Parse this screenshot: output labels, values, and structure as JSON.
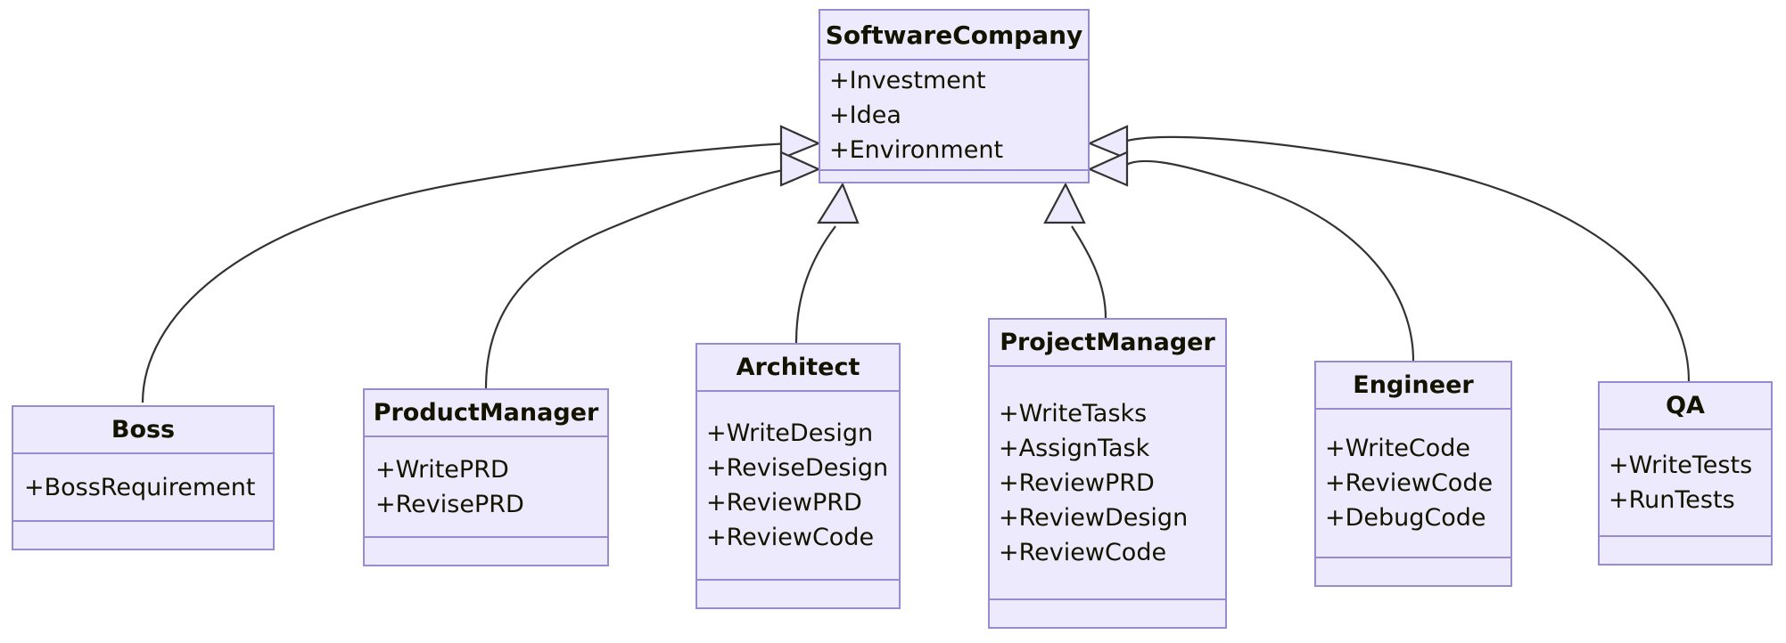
{
  "diagram": {
    "type": "uml-class-diagram",
    "title": "SoftwareCompany class hierarchy",
    "background_color": "#ffffff",
    "node_fill": "#eceafc",
    "node_border": "#9a8bd0",
    "edge_color": "#333333",
    "text_color": "#131300",
    "relationship": "generalization"
  },
  "classes": [
    {
      "id": "softwarecompany",
      "name": "SoftwareCompany",
      "members": [
        "+Investment",
        "+Idea",
        "+Environment"
      ],
      "methods": []
    },
    {
      "id": "boss",
      "name": "Boss",
      "members": [
        "+BossRequirement"
      ],
      "methods": []
    },
    {
      "id": "productmanager",
      "name": "ProductManager",
      "members": [
        "+WritePRD",
        "+RevisePRD"
      ],
      "methods": []
    },
    {
      "id": "architect",
      "name": "Architect",
      "members": [
        "+WriteDesign",
        "+ReviseDesign",
        "+ReviewPRD",
        "+ReviewCode"
      ],
      "methods": []
    },
    {
      "id": "projectmanager",
      "name": "ProjectManager",
      "members": [
        "+WriteTasks",
        "+AssignTask",
        "+ReviewPRD",
        "+ReviewDesign",
        "+ReviewCode"
      ],
      "methods": []
    },
    {
      "id": "engineer",
      "name": "Engineer",
      "members": [
        "+WriteCode",
        "+ReviewCode",
        "+DebugCode"
      ],
      "methods": []
    },
    {
      "id": "qa",
      "name": "QA",
      "members": [
        "+WriteTests",
        "+RunTests"
      ],
      "methods": []
    }
  ],
  "edges": [
    {
      "from": "boss",
      "to": "softwarecompany",
      "kind": "generalization"
    },
    {
      "from": "productmanager",
      "to": "softwarecompany",
      "kind": "generalization"
    },
    {
      "from": "architect",
      "to": "softwarecompany",
      "kind": "generalization"
    },
    {
      "from": "projectmanager",
      "to": "softwarecompany",
      "kind": "generalization"
    },
    {
      "from": "engineer",
      "to": "softwarecompany",
      "kind": "generalization"
    },
    {
      "from": "qa",
      "to": "softwarecompany",
      "kind": "generalization"
    }
  ]
}
